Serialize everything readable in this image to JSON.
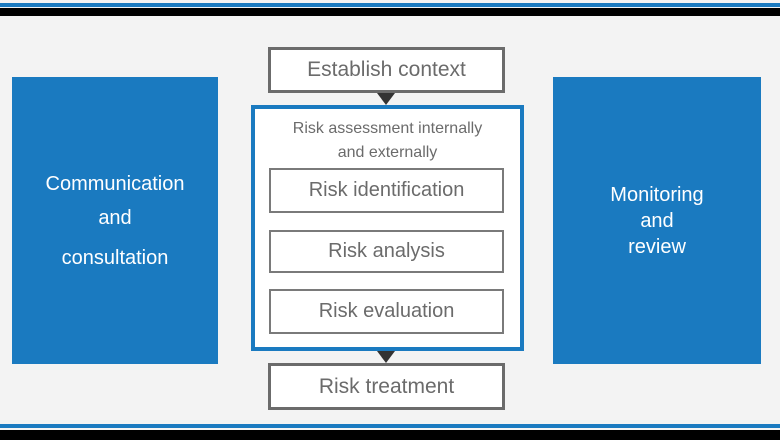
{
  "left_panel": {
    "lines": [
      "Communication",
      "and",
      "consultation"
    ]
  },
  "right_panel": {
    "lines": [
      "Monitoring",
      "and",
      "review"
    ]
  },
  "establish_context": "Establish context",
  "assessment": {
    "title_lines": [
      "Risk assessment internally",
      "and externally"
    ],
    "steps": [
      "Risk identification",
      "Risk analysis",
      "Risk evaluation"
    ]
  },
  "risk_treatment": "Risk treatment",
  "colors": {
    "accent": "#1a7ac0",
    "box_border": "#6b6b6b"
  }
}
